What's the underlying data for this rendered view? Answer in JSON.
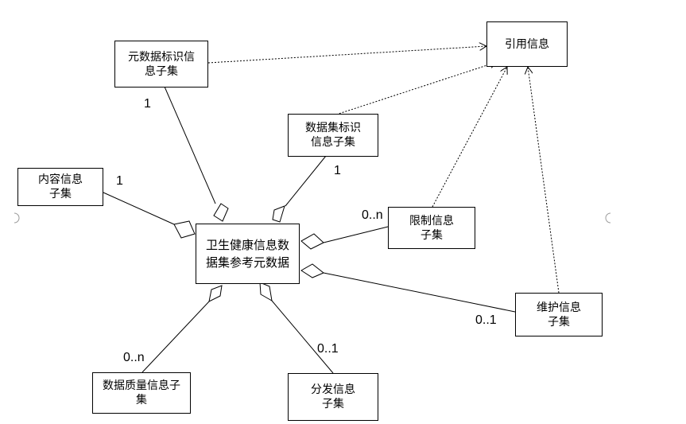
{
  "boxes": {
    "reference": "引用信息",
    "metadata_id": "元数据标识信息子集",
    "dataset_id": "数据集标识信息子集",
    "content": "内容信息子集",
    "center": "卫生健康信息数据集参考元数据",
    "restriction": "限制信息子集",
    "maintenance": "维护信息子集",
    "quality": "数据质量信息子集",
    "distribution": "分发信息子集"
  },
  "multiplicities": {
    "metadata_id": "1",
    "dataset_id": "1",
    "content": "1",
    "restriction": "0..n",
    "maintenance": "0..1",
    "quality": "0..n",
    "distribution": "0..1"
  }
}
